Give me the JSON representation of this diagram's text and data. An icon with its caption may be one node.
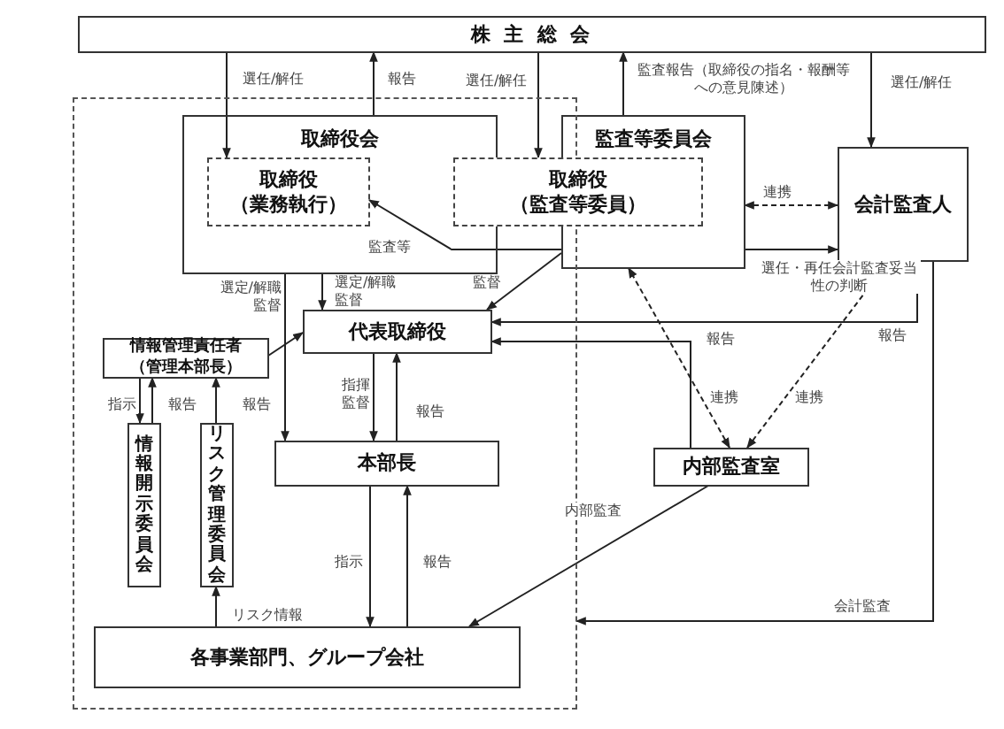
{
  "diagram": {
    "nodes": [
      {
        "text": [
          "株 主 総 会"
        ]
      },
      {
        "text": [],
        "shape": "box"
      },
      {
        "text": [
          "取締役会"
        ],
        "in": 1
      },
      {
        "text": [
          "取締役（業務執行）"
        ],
        "in": 2
      },
      {
        "text": [
          "監査等委員会"
        ]
      },
      {
        "text": [
          "取締役（監査等委員）"
        ]
      },
      {
        "text": [
          "会計監査人"
        ]
      },
      {
        "text": [
          "代表取締役"
        ],
        "in": 1
      },
      {
        "text": [
          "情報管理責任者（管理本部長）"
        ],
        "in": 1
      },
      {
        "text": [
          "情報開示委員会"
        ],
        "in": 1
      },
      {
        "text": [
          "リスク管理委員会"
        ],
        "in": 1
      },
      {
        "text": [
          "本部長"
        ],
        "in": 1
      },
      {
        "text": [
          "内部監査室"
        ]
      },
      {
        "text": [
          "各事業部門、グループ会社"
        ],
        "in": 1
      }
    ],
    "edges": [
      {
        "from": 0,
        "to": 3,
        "arrow": "to",
        "label": "選任/解任"
      },
      {
        "from": 2,
        "to": 0,
        "arrow": "to",
        "label": "報告"
      },
      {
        "from": 0,
        "to": 5,
        "arrow": "to",
        "label": "選任/解任"
      },
      {
        "from": 4,
        "to": 0,
        "arrow": "to",
        "label": "監査報告（取締役の指名・報酬等への意見陳述）"
      },
      {
        "from": 0,
        "to": 6,
        "arrow": "to",
        "label": "選任/解任"
      },
      {
        "from": 4,
        "to": 6,
        "arrow": "both",
        "label": "連携",
        "style": "dashed"
      },
      {
        "from": 4,
        "to": 6,
        "arrow": "to",
        "label": "選任・再任会計監査妥当性の判断"
      },
      {
        "from": 4,
        "to": 3,
        "arrow": "to",
        "label": "監査等"
      },
      {
        "from": 4,
        "to": 7,
        "arrow": "to",
        "label": "監督"
      },
      {
        "from": 2,
        "to": 7,
        "arrow": "to",
        "label": "選定/解職監督"
      },
      {
        "from": 2,
        "to": 11,
        "arrow": "to",
        "label": "選定/解職監督"
      },
      {
        "from": 8,
        "to": 7,
        "arrow": "to"
      },
      {
        "from": 6,
        "to": 7,
        "arrow": "to",
        "label": "報告"
      },
      {
        "from": 12,
        "to": 7,
        "arrow": "to",
        "label": "報告"
      },
      {
        "from": 12,
        "to": 4,
        "arrow": "both",
        "label": "連携",
        "style": "dashed"
      },
      {
        "from": 12,
        "to": 6,
        "arrow": "both",
        "label": "連携",
        "style": "dashed"
      },
      {
        "from": 6,
        "to": 1,
        "arrow": "to",
        "label": "会計監査"
      },
      {
        "from": 7,
        "to": 11,
        "arrow": "to",
        "label": "指揮監督"
      },
      {
        "from": 11,
        "to": 7,
        "arrow": "to",
        "label": "報告"
      },
      {
        "from": 8,
        "to": 9,
        "arrow": "to",
        "label": "指示"
      },
      {
        "from": 9,
        "to": 8,
        "arrow": "to",
        "label": "報告"
      },
      {
        "from": 10,
        "to": 8,
        "arrow": "to",
        "label": "報告"
      },
      {
        "from": 11,
        "to": 13,
        "arrow": "to",
        "label": "指示"
      },
      {
        "from": 13,
        "to": 11,
        "arrow": "to",
        "label": "報告"
      },
      {
        "from": 13,
        "to": 10,
        "arrow": "to",
        "label": "リスク情報"
      },
      {
        "from": 12,
        "to": 13,
        "arrow": "to",
        "label": "内部監査"
      }
    ]
  }
}
